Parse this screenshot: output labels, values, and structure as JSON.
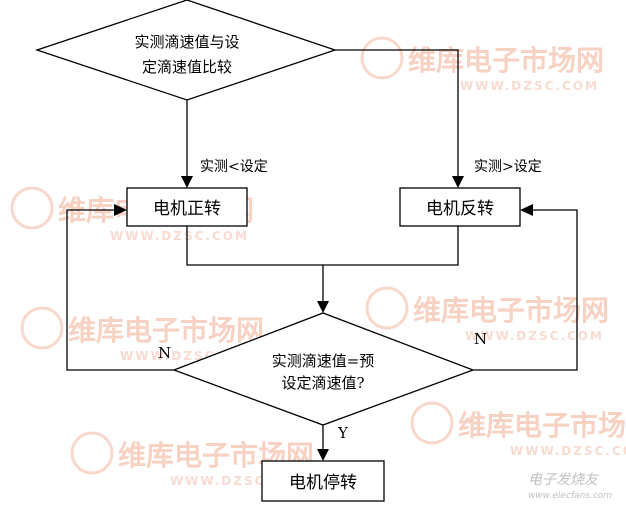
{
  "watermark": {
    "brand": "维库电子市场网",
    "url": "WWW.DZSC.COM",
    "corner_text": "电子发烧友",
    "corner_url": "www.elecfans.com"
  },
  "nodes": {
    "compare": {
      "line1": "实测滴速值与设",
      "line2": "定滴速值比较"
    },
    "forward": {
      "label": "电机正转"
    },
    "reverse": {
      "label": "电机反转"
    },
    "check": {
      "line1": "实测滴速值=预",
      "line2": "设定滴速值?"
    },
    "stop": {
      "label": "电机停转"
    }
  },
  "edges": {
    "less": "实测<设定",
    "greater": "实测>设定",
    "no_left": "N",
    "no_right": "N",
    "yes": "Y"
  }
}
